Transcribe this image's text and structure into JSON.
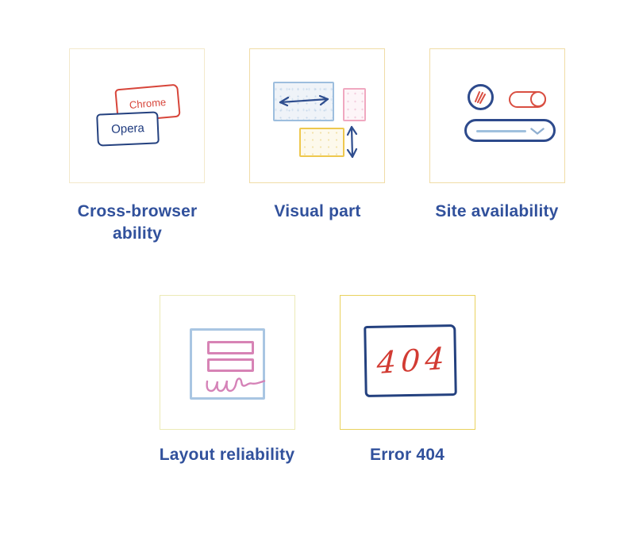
{
  "page": {
    "background": "#ffffff"
  },
  "section": {
    "label_color": "#31519c",
    "cards": [
      {
        "label": "Cross-browser ability",
        "border_color": "#f3e9cb",
        "illustration": {
          "name": "overlapping-browser-windows",
          "chrome_label": "Chrome",
          "opera_label": "Opera",
          "chrome_color": "#d7453a",
          "opera_color": "#24417f"
        }
      },
      {
        "label": "Visual part",
        "border_color": "#f0dca6",
        "illustration": {
          "name": "resizable-blocks-with-arrows",
          "colors": {
            "blue_block": "#9dbede",
            "pink_block": "#f0a8c0",
            "yellow_block": "#eec84e",
            "arrows": "#2e4d8e"
          }
        }
      },
      {
        "label": "Site availability",
        "border_color": "#f0dca6",
        "illustration": {
          "name": "sketched-ui-controls",
          "colors": {
            "circle": "#2d4a8c",
            "scribble": "#d94f42",
            "toggle": "#d94f42",
            "dropdown": "#2d4a8c",
            "dropdown_line": "#9fc0dd",
            "chevron": "#8fafd0"
          }
        }
      },
      {
        "label": "Layout reliability",
        "border_color": "#eceab6",
        "illustration": {
          "name": "layout-frame-with-bars-and-signature",
          "colors": {
            "frame": "#a9c6e2",
            "bars": "#d783b5",
            "signature": "#d583b8"
          }
        }
      },
      {
        "label": "Error 404",
        "border_color": "#e9d25e",
        "illustration": {
          "name": "sketched-box-404",
          "text": "404",
          "colors": {
            "box": "#24417f",
            "text": "#d23b33"
          }
        }
      }
    ]
  }
}
